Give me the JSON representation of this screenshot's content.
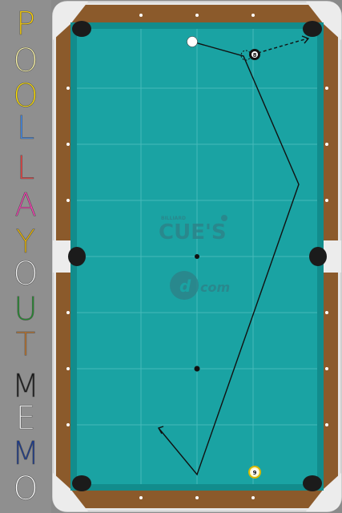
{
  "title_letters": [
    {
      "ch": "P",
      "color": "#ffd200"
    },
    {
      "ch": "O",
      "color": "#f7f1a8"
    },
    {
      "ch": "O",
      "color": "#ffe000"
    },
    {
      "ch": "L",
      "color": "#3d8cf2"
    },
    {
      "ch": "L",
      "color": "#f24040"
    },
    {
      "ch": "A",
      "color": "#f23fb0"
    },
    {
      "ch": "Y",
      "color": "#e8b400"
    },
    {
      "ch": "O",
      "color": "#f0f0f0"
    },
    {
      "ch": "U",
      "color": "#1f8f2b"
    },
    {
      "ch": "T",
      "color": "#c27428"
    },
    {
      "ch": "M",
      "color": "#1a1a1a"
    },
    {
      "ch": "E",
      "color": "#f5f5f5"
    },
    {
      "ch": "M",
      "color": "#1c3a8a"
    },
    {
      "ch": "O",
      "color": "#ffffff"
    }
  ],
  "logo": {
    "small": "BILLIARD",
    "main": "CUE'S",
    "sub": "com"
  },
  "balls": {
    "cue": {
      "label": ""
    },
    "eight": {
      "label": "8"
    },
    "nine": {
      "label": "9"
    }
  },
  "colors": {
    "cloth": "#1aa3a3",
    "rail": "#8b5a2b",
    "frame": "#e9e9e9",
    "line": "#111111"
  }
}
